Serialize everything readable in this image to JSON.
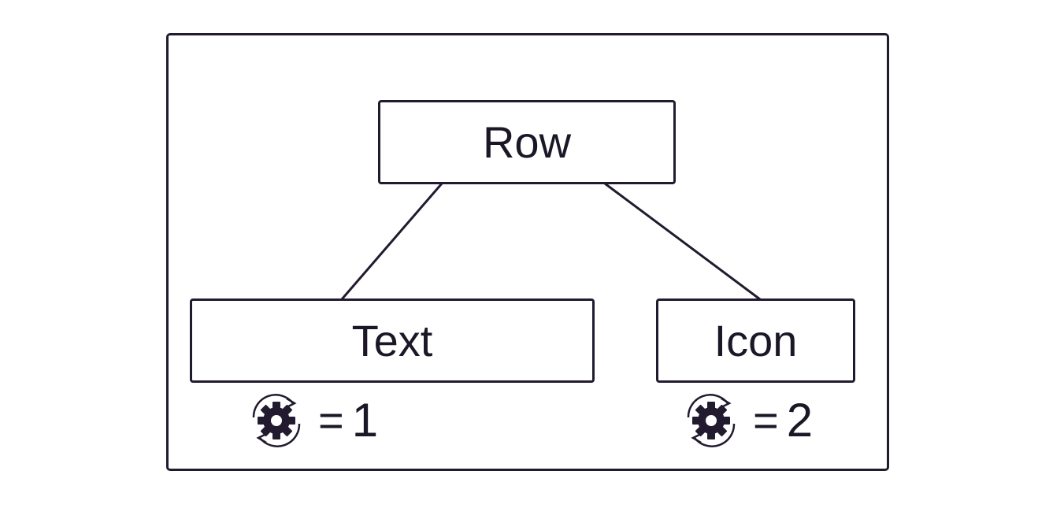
{
  "diagram": {
    "nodes": {
      "root": "Row",
      "left_child": "Text",
      "right_child": "Icon"
    },
    "counters": {
      "text": {
        "icon": "gear-refresh-icon",
        "equals": "=",
        "value": "1"
      },
      "icon": {
        "icon": "gear-refresh-icon",
        "equals": "=",
        "value": "2"
      }
    },
    "colors": {
      "stroke": "#221b30",
      "text": "#1c1727",
      "background": "#ffffff"
    }
  }
}
